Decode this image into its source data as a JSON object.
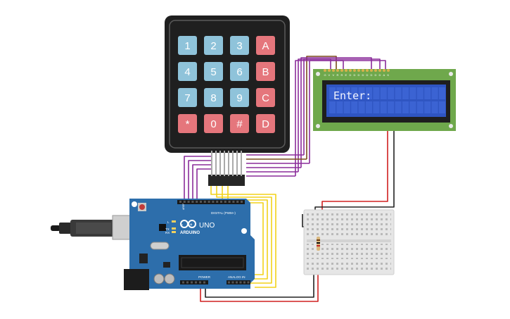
{
  "keypad": {
    "keys": [
      "1",
      "2",
      "3",
      "A",
      "4",
      "5",
      "6",
      "B",
      "7",
      "8",
      "9",
      "C",
      "*",
      "0",
      "#",
      "D"
    ],
    "digit_color": "#8fc3da",
    "letter_color": "#e5767c",
    "body_color": "#1f1f1f"
  },
  "lcd": {
    "text": "Enter:",
    "screen_color": "#2f55c2",
    "pcb_color": "#6fa84c",
    "pin_labels": [
      "G",
      "V",
      "V",
      "R",
      "R",
      "E",
      "D",
      "D",
      "D",
      "D",
      "D",
      "D",
      "D",
      "D",
      "A",
      "K"
    ]
  },
  "arduino": {
    "brand": "ARDUINO",
    "model": "UNO",
    "digital_label": "DIGITAL (PWM~)",
    "power_label": "POWER",
    "analog_label": "ANALOG IN",
    "aref_label": "AREF",
    "gnd_label": "GND",
    "l_label": "L",
    "tx_label": "TX",
    "rx_label": "RX",
    "board_color": "#2d6eab"
  },
  "wire_colors": {
    "purple": "#8a2c9a",
    "yellow": "#f2d21a",
    "black": "#222222",
    "red": "#d02020",
    "brown": "#7a4a1c"
  }
}
